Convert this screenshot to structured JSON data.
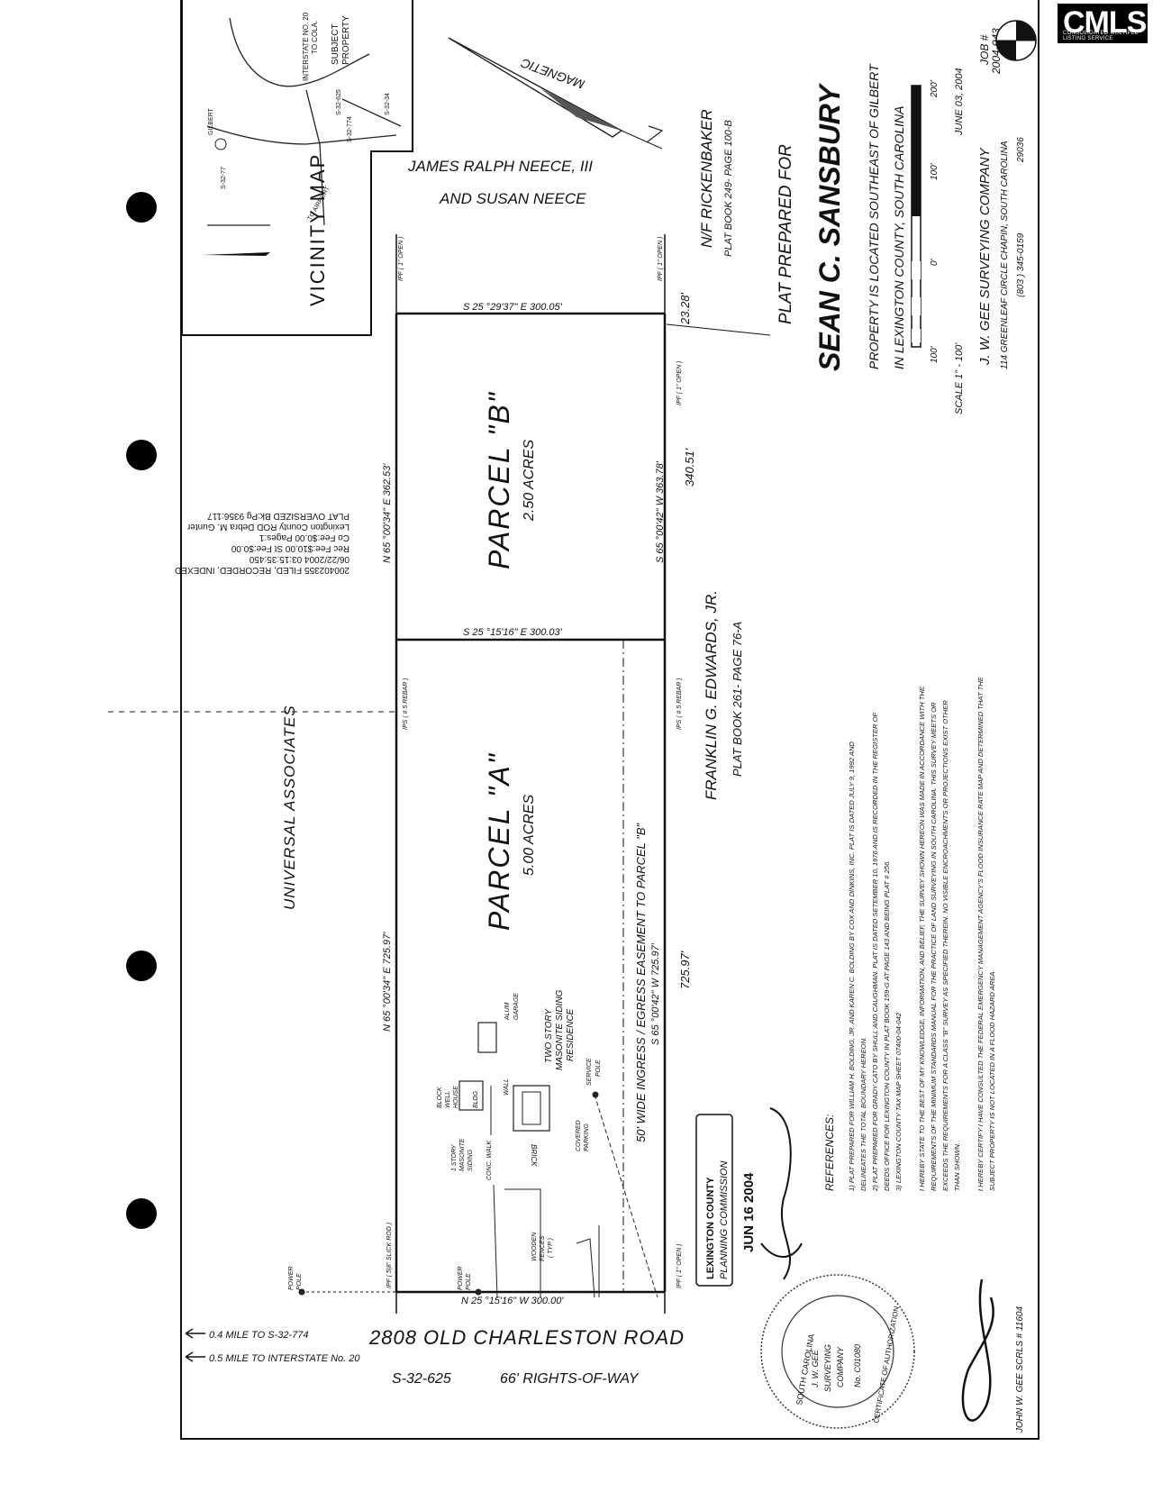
{
  "logo": {
    "text": "CMLS",
    "subtext": "CONSOLIDATED MULTIPLE LISTING SERVICE"
  },
  "vicinity": {
    "title": "VICINITY  MAP",
    "labels": [
      "INTERSTATE NO. 20",
      "TO COLA.",
      "SUBJECT",
      "PROPERTY",
      "S-32-625",
      "S-32-34",
      "S-32-774",
      "GILBERT",
      "S-32-77",
      "TO AIRPORT"
    ]
  },
  "owners": {
    "top_line1": "JAMES  RALPH  NEECE,  III",
    "top_line2": "AND  SUSAN  NEECE",
    "rickenbaker": "N/F  RICKENBAKER",
    "rickenbaker_book": "PLAT  BOOK  249-  PAGE  100-B",
    "universal": "UNIVERSAL  ASSOCIATES",
    "edwards": "FRANKLIN  G.  EDWARDS,   JR.",
    "edwards_book": "PLAT  BOOK  261-  PAGE  76-A"
  },
  "magnetic": "MAGNETIC",
  "parcels": {
    "b_name": "PARCEL   \"B\"",
    "b_acres": "2.50  ACRES",
    "a_name": "PARCEL   \"A\"",
    "a_acres": "5.00  ACRES"
  },
  "bearings": {
    "top_short": "S  25  °29'37\"  E   300.05'",
    "mid_short": "S  25  °15'16\"  E   300.03'",
    "bottom_short": "N  25  °15'16\"  W   300.00'",
    "left_b": "N  65  °00'34\"  E   362.53'",
    "left_a": "N  65  °00'34\"  E   725.97'",
    "right_b": "S  65  °00'42\"  W   363.78'",
    "right_a": "S  65  °00'42\"  W   725.97'",
    "dist_2328": "23.28'",
    "dist_34051": "340.51'",
    "dist_72597": "725.97'"
  },
  "pins": {
    "ipf_open_1": "IPF  ( 1\"  OPEN )",
    "ipf_open_2": "IPF  ( 1\"  OPEN )",
    "ipf_open_3": "IPF  ( 1\"  OPEN )",
    "ipf_open_4": "IPF  ( 1\"  OPEN )",
    "ipf_open_5": "IPF  ( 1\"  OPEN )",
    "ips_rebar_1": "IPS  ( # 5  REBAR )",
    "ips_rebar_2": "IPS  ( # 5  REBAR )",
    "ipf_slick": "IPF  ( 5|8\"  SLICK  ROD )"
  },
  "easement": "50'  WIDE  INGRESS  /  EGRESS  EASEMENT  TO  PARCEL  \"B\"",
  "improvements": {
    "residence": [
      "TWO  STORY",
      "MASONITE  SIDING",
      "RESIDENCE"
    ],
    "garage": [
      "ALUM",
      "GARAGE"
    ],
    "block_well": [
      "BLOCK",
      "WELL",
      "HOUSE"
    ],
    "one_story": [
      "1  STORY",
      "MASONITE",
      "SIDING"
    ],
    "conc_walk": "CONC.  WALK",
    "bldg": "BLDG",
    "service_pole": [
      "SERVICE",
      "POLE"
    ],
    "covered_parking": [
      "COVERED",
      "PARKING"
    ],
    "brick": "BRICK",
    "wooden_fences": [
      "WOODEN",
      "FENCES",
      "( TYP )"
    ],
    "power_pole_1": [
      "POWER",
      "POLE"
    ],
    "power_pole_2": [
      "POWER",
      "POLE"
    ],
    "wall": "WALL"
  },
  "recording": [
    "200402355 FILED, RECORDED, INDEXED",
    "06/22/2004 03:15:35:450",
    "Rec Fee:$10.00  St Fee:$0.00",
    "Co Fee:$0.00   Pages:1",
    "Lexington County ROD Debra M. Gunter",
    "PLAT OVERSIZED Bk:Pg 9356:117"
  ],
  "title_block": {
    "prepared_for": "PLAT  PREPARED  FOR",
    "client": "SEAN  C.  SANSBURY",
    "location_1": "PROPERTY  IS  LOCATED  SOUTHEAST  OF  GILBERT",
    "location_2": "IN  LEXINGTON  COUNTY,  SOUTH  CAROLINA",
    "scale_labels": [
      "100'",
      "0'",
      "100'",
      "200'"
    ],
    "scale": "SCALE  1\"  -  100'",
    "date": "JUNE   03,  2004",
    "job": "JOB  #",
    "job_no": "2004-043",
    "company": "J. W.  GEE   SURVEYING  COMPANY",
    "address": "114  GREENLEAF  CIRCLE   CHAPIN,    SOUTH  CAROLINA",
    "zip": "29036",
    "phone": "(803 )  345-0159"
  },
  "references": {
    "heading": "REFERENCES:",
    "lines": [
      "1)  PLAT PREPARED FOR WILLIAM H. BOLDING, JR. AND KAREN C. BOLDING BY COX AND DINKINS, INC.   PLAT IS DATED JULY 9, 1992 AND",
      "DELINEATES THE TOTAL BOUNDARY HEREON.",
      "2)  PLAT PREPARED FOR GRADY CATO BY SHULL AND CAUGHMAN.  PLAT IS DATED SETEMBER 10, 1976 AND IS RECORDED IN THE REGISTER OF",
      "DEEDS OFFICE FOR LEXINGTON COUNTY IN PLAT BOOK 159-G AT PAGE 143 AND BEING PLAT # 256.",
      "3)  LEXINGTON COUNTY TAX MAP SHEET 07400-04-042"
    ],
    "cert_lines": [
      "I HEREBY STATE TO THE BEST OF MY KNOWLEDGE, INFORMATION, AND BELIEF, THE SURVEY SHOWN HEREON WAS MADE IN ACCORDANCE WITH THE",
      "REQUIREMENTS OF THE MINIMUM STANDARDS MANUAL FOR THE PRACTICE OF LAND SURVEYING IN SOUTH CAROLINA. THIS SURVEY MEETS OR",
      "EXCEEDS THE REQUIREMENTS FOR A CLASS \"B\" SURVEY AS SPECIFIED THEREIN.  NO VISIBLE ENCROACHMENTS OR PROJECTIONS EXIST OTHER",
      "THAN SHOWN."
    ],
    "flood_lines": [
      "I HEREBY CERTIFY I HAVE CONSULTED THE FEDERAL EMERGENCY MANAGEMENT AGENCY'S FLOOD INSURANCE RATE MAP AND DETERMINED THAT THE",
      "SUBJECT PROPERTY IS NOT LOCATED IN A FLOOD HAZARD AREA."
    ]
  },
  "planning_stamp": {
    "line1": "LEXINGTON COUNTY",
    "line2": "PLANNING COMMISSION",
    "date": "JUN 16 2004"
  },
  "seal": {
    "outer": "SOUTH CAROLINA",
    "inner": [
      "J. W. GEE",
      "SURVEYING",
      "COMPANY",
      "No.  C01080"
    ],
    "bottom": "CERTIFICATE OF AUTHORIZATION"
  },
  "surveyor": "JOHN  W.  GEE   SCRLS  # 11604",
  "road": {
    "to_774": "0.4  MILE  TO  S-32-774",
    "to_i20": "0.5  MILE  TO  INTERSTATE  No.  20",
    "name": "2808  OLD  CHARLESTON  ROAD",
    "route": "S-32-625",
    "row": "66'  RIGHTS-OF-WAY"
  }
}
